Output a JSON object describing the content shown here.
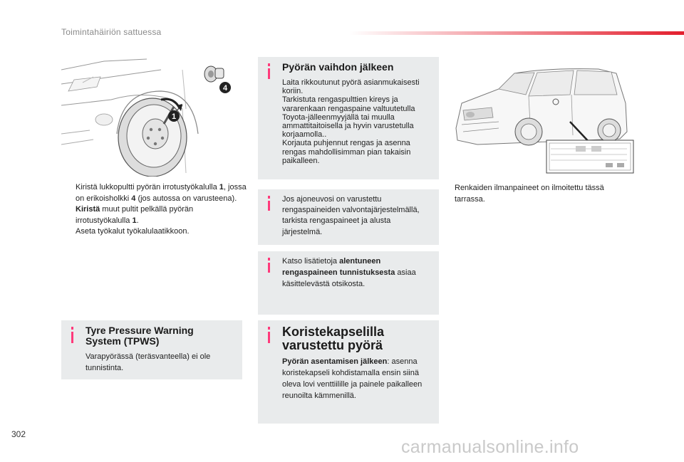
{
  "header": {
    "section_title": "Toimintahäiriön sattuessa"
  },
  "illustration_wheel": {
    "callouts": [
      "4",
      "1"
    ]
  },
  "instructions": [
    {
      "marker": "",
      "parts": [
        {
          "text": "Kiristä lukkopultti pyörän irrotustyökalulla ",
          "bold": false
        },
        {
          "text": "1",
          "bold": true
        },
        {
          "text": ", jossa on erikoisholkki ",
          "bold": false
        },
        {
          "text": "4",
          "bold": true
        },
        {
          "text": " (jos autossa on varusteena).",
          "bold": false
        }
      ]
    },
    {
      "marker": "",
      "parts": [
        {
          "text": "Kiristä",
          "bold": true
        },
        {
          "text": " muut pultit pelkällä pyörän irrotustyökalulla ",
          "bold": false
        },
        {
          "text": "1",
          "bold": true
        },
        {
          "text": ".",
          "bold": false
        }
      ]
    },
    {
      "marker": "",
      "parts": [
        {
          "text": "Aseta työkalut työkalulaatikkoon.",
          "bold": false
        }
      ]
    }
  ],
  "after_change": {
    "title": "Pyörän vaihdon jälkeen",
    "lines": [
      "Laita rikkoutunut pyörä asianmukaisesti",
      "koriin.",
      "Tarkistuta rengaspulttien kireys ja",
      "vararenkaan rengaspaine valtuutetulla",
      "Toyota-jälleenmyyjällä tai muulla",
      "ammattitaitoisella ja hyvin varustetulla",
      "korjaamolla..",
      "Korjauta puhjennut rengas ja asenna",
      "rengas mahdollisimman pian takaisin",
      "paikalleen."
    ]
  },
  "tpms_note": {
    "lines": [
      "Jos ajoneuvosi on varustettu",
      "rengaspaineiden valvontajärjestelmällä,",
      "tarkista rengaspaineet ja alusta",
      "järjestelmä."
    ]
  },
  "more_info": {
    "prefix": "Katso lisätietoja ",
    "bold": "alentuneen rengaspaineen tunnistuksesta",
    "suffix": " asiaa käsittelevästä otsikosta."
  },
  "tpws_box": {
    "title_line1": "Tyre Pressure Warning",
    "title_line2": "System (TPWS)",
    "lines": [
      "Varapyörässä (teräsvanteella) ei ole",
      "tunnistinta."
    ]
  },
  "hubcap_box": {
    "title_line1": "Koristekapselilla",
    "title_line2": "varustettu pyörä",
    "bold": "Pyörän asentamisen jälkeen",
    "text": ": asenna koristekapseli kohdistamalla ensin siinä oleva lovi venttiilille ja painele paikalleen reunoilta kämmenillä."
  },
  "van_caption": "Renkaiden ilmanpaineet on ilmoitettu tässä tarrassa.",
  "page_number": "302",
  "watermark": "carmanualsonline.info",
  "colors": {
    "accent_red": "#e31e2d",
    "info_bar": "#ff3a7b",
    "box_bg": "#e9ebec"
  }
}
